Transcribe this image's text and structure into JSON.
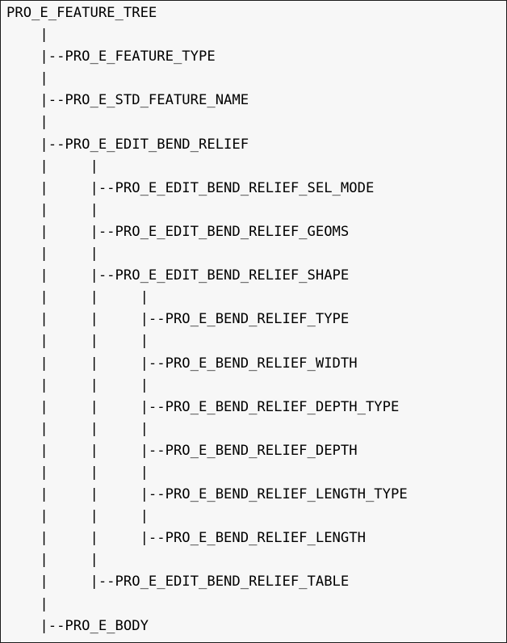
{
  "document": {
    "kind": "ascii-tree-listing",
    "root_label": "PRO_E_FEATURE_TREE",
    "background_color": "#f7f7f7",
    "text_color": "#000000",
    "border_color": "#1c1c1c",
    "branch_connector": "|--",
    "vertical_connector": "|",
    "indent_characters": 5,
    "line_count": 29
  },
  "tree": {
    "lines": [
      "PRO_E_FEATURE_TREE",
      "    |",
      "    |--PRO_E_FEATURE_TYPE",
      "    |",
      "    |--PRO_E_STD_FEATURE_NAME",
      "    |",
      "    |--PRO_E_EDIT_BEND_RELIEF",
      "    |     |",
      "    |     |--PRO_E_EDIT_BEND_RELIEF_SEL_MODE",
      "    |     |",
      "    |     |--PRO_E_EDIT_BEND_RELIEF_GEOMS",
      "    |     |",
      "    |     |--PRO_E_EDIT_BEND_RELIEF_SHAPE",
      "    |     |     |",
      "    |     |     |--PRO_E_BEND_RELIEF_TYPE",
      "    |     |     |",
      "    |     |     |--PRO_E_BEND_RELIEF_WIDTH",
      "    |     |     |",
      "    |     |     |--PRO_E_BEND_RELIEF_DEPTH_TYPE",
      "    |     |     |",
      "    |     |     |--PRO_E_BEND_RELIEF_DEPTH",
      "    |     |     |",
      "    |     |     |--PRO_E_BEND_RELIEF_LENGTH_TYPE",
      "    |     |     |",
      "    |     |     |--PRO_E_BEND_RELIEF_LENGTH",
      "    |     |",
      "    |     |--PRO_E_EDIT_BEND_RELIEF_TABLE",
      "    |",
      "    |--PRO_E_BODY"
    ],
    "nodes": [
      {
        "label": "PRO_E_FEATURE_TREE",
        "depth": 0
      },
      {
        "label": "PRO_E_FEATURE_TYPE",
        "depth": 1
      },
      {
        "label": "PRO_E_STD_FEATURE_NAME",
        "depth": 1
      },
      {
        "label": "PRO_E_EDIT_BEND_RELIEF",
        "depth": 1
      },
      {
        "label": "PRO_E_EDIT_BEND_RELIEF_SEL_MODE",
        "depth": 2
      },
      {
        "label": "PRO_E_EDIT_BEND_RELIEF_GEOMS",
        "depth": 2
      },
      {
        "label": "PRO_E_EDIT_BEND_RELIEF_SHAPE",
        "depth": 2
      },
      {
        "label": "PRO_E_BEND_RELIEF_TYPE",
        "depth": 3
      },
      {
        "label": "PRO_E_BEND_RELIEF_WIDTH",
        "depth": 3
      },
      {
        "label": "PRO_E_BEND_RELIEF_DEPTH_TYPE",
        "depth": 3
      },
      {
        "label": "PRO_E_BEND_RELIEF_DEPTH",
        "depth": 3
      },
      {
        "label": "PRO_E_BEND_RELIEF_LENGTH_TYPE",
        "depth": 3
      },
      {
        "label": "PRO_E_BEND_RELIEF_LENGTH",
        "depth": 3
      },
      {
        "label": "PRO_E_EDIT_BEND_RELIEF_TABLE",
        "depth": 2
      },
      {
        "label": "PRO_E_BODY",
        "depth": 1
      }
    ]
  }
}
